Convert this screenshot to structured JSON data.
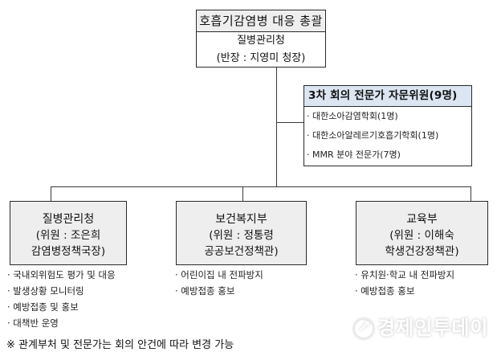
{
  "top": {
    "title": "호흡기감염병 대응 총괄",
    "agency": "질병관리청",
    "leader": "(반장 : 지영미 청장)",
    "header_color": "#eeeeee"
  },
  "experts": {
    "title": "3차 회의 전문가 자문위원(9명)",
    "header_color": "#dce6f2",
    "items": [
      "· 대한소아감염학회(1명)",
      "· 대한소아알레르기호흡기학회(1명)",
      "· MMR 분야 전문가(7명)"
    ]
  },
  "agencies": [
    {
      "name": "질병관리청",
      "member_line1": "(위원 : 조은희",
      "member_line2": "감염병정책국장)",
      "tasks": [
        "· 국내외위험도 평가 및 대응",
        "· 발생상황 모니터링",
        "· 예방접종 및 홍보",
        "· 대책반 운영"
      ]
    },
    {
      "name": "보건복지부",
      "member_line1": "(위원 : 정통령",
      "member_line2": "공공보건정책관)",
      "tasks": [
        "· 어린이집 내 전파방지",
        "· 예방접종 홍보"
      ]
    },
    {
      "name": "교육부",
      "member_line1": "(위원 : 이해숙",
      "member_line2": "학생건강정책관)",
      "tasks": [
        "· 유치원·학교 내 전파방지",
        "· 예방접종 홍보"
      ]
    }
  ],
  "agency_box_color": "#eeeeee",
  "footnote": "※ 관계부처 및 전문가는 회의 안건에 따라 변경 가능",
  "watermark": {
    "icon": "arrow-up-circle-icon",
    "text": "경제인투데이"
  }
}
